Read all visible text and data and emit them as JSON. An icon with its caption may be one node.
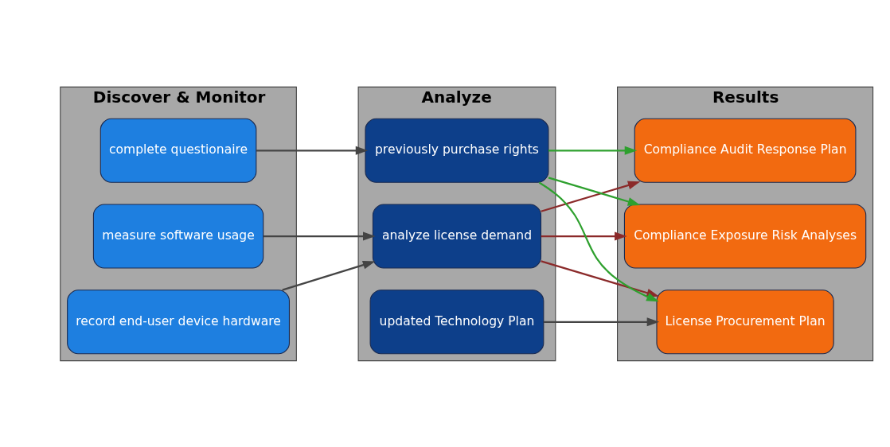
{
  "diagram": {
    "nodes": [
      {
        "text": [
          "Discover & Monitor"
        ]
      },
      {
        "text": [
          "measure software usage"
        ],
        "in": 0
      },
      {
        "text": [
          "record end-user device hardware"
        ],
        "in": 0
      },
      {
        "text": [
          "complete questionaire"
        ],
        "in": 0
      },
      {
        "text": [
          "Analyze"
        ]
      },
      {
        "text": [
          "analyze license demand"
        ],
        "in": 4
      },
      {
        "text": [
          "updated Technology Plan"
        ],
        "in": 4
      },
      {
        "text": [
          "previously purchase rights"
        ],
        "in": 4
      },
      {
        "text": [
          "Results"
        ]
      },
      {
        "text": [
          "License Procurement Plan"
        ],
        "in": 8
      },
      {
        "text": [
          "Compliance Exposure Risk Analyses"
        ],
        "in": 8
      },
      {
        "text": [
          "Compliance Audit Response Plan"
        ],
        "in": 8
      }
    ],
    "edges": [
      {
        "from": 1,
        "to": 5,
        "arrow": "to",
        "color": "#444444"
      },
      {
        "from": 2,
        "to": 5,
        "arrow": "to",
        "color": "#444444"
      },
      {
        "from": 3,
        "to": 7,
        "arrow": "to",
        "color": "#444444"
      },
      {
        "from": 5,
        "to": 9,
        "arrow": "to",
        "color": "#8b2a2a"
      },
      {
        "from": 5,
        "to": 10,
        "arrow": "to",
        "color": "#8b2a2a"
      },
      {
        "from": 5,
        "to": 11,
        "arrow": "to",
        "color": "#8b2a2a"
      },
      {
        "from": 6,
        "to": 9,
        "arrow": "to",
        "color": "#444444"
      },
      {
        "from": 7,
        "to": 9,
        "arrow": "to",
        "color": "#2ea02e"
      },
      {
        "from": 7,
        "to": 10,
        "arrow": "to",
        "color": "#2ea02e"
      },
      {
        "from": 7,
        "to": 11,
        "arrow": "to",
        "color": "#2ea02e"
      }
    ]
  }
}
